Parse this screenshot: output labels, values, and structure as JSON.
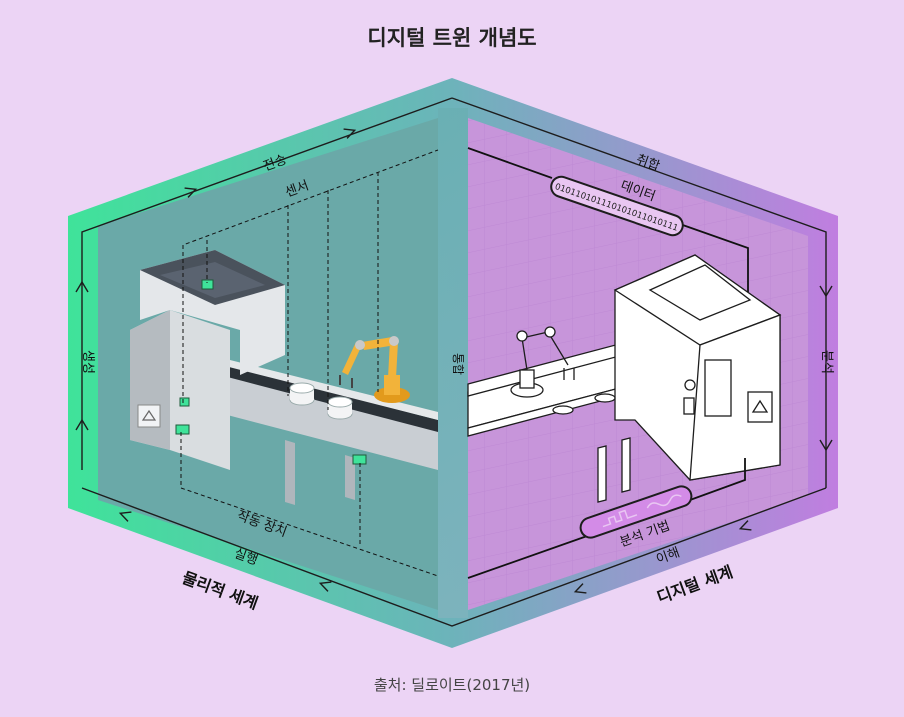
{
  "title": "디지털 트윈 개념도",
  "source": "출처: 딜로이트(2017년)",
  "physical": {
    "world_label": "물리적 세계",
    "sensor_label": "센서",
    "actuator_label": "작동 장치",
    "create_label": "생성",
    "transmit_label": "전송",
    "execute_label": "실행"
  },
  "digital": {
    "world_label": "디지털 세계",
    "data_label": "데이터",
    "data_bits": "010110101110101011010111",
    "analytics_label": "분석 기법",
    "aggregate_label": "취합",
    "analyze_label": "분석",
    "understand_label": "이해"
  },
  "integrate_label": "통합",
  "colors": {
    "background": "#ecd4f5",
    "physical_green": "#3fe39a",
    "digital_purple": "#c07ee0",
    "physical_inner": "#6aa9a8",
    "digital_inner": "#c795da"
  }
}
